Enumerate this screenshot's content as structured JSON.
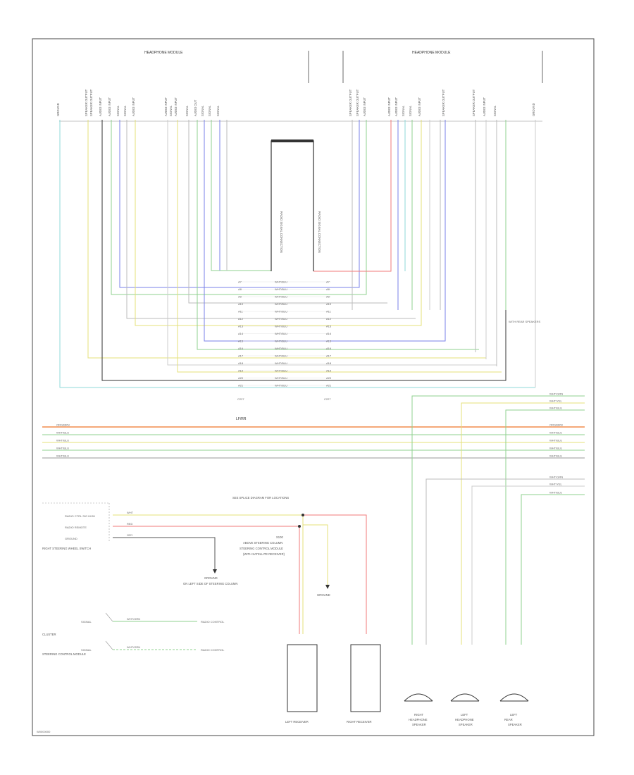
{
  "figure_code": "W0000000",
  "modules": {
    "left_title": "HEADPHONE MODULE",
    "right_title": "HEADPHONE MODULE",
    "left_pin_labels": [
      "GROUND",
      "SPEAKER OUTPUT",
      "SPEAKER OUTPUT",
      "AUDIO INPUT",
      "AUDIO INPUT",
      "SIGNAL",
      "SIGNAL",
      "AUDIO INPUT",
      "AUDIO INPUT",
      "SIGNAL",
      "AUDIO INPUT",
      "SIGNAL",
      "AUDIO OUT",
      "SIGNAL",
      "SIGNAL",
      "SIGNAL"
    ],
    "right_pin_labels": [
      "SPEAKER OUTPUT",
      "SPEAKER OUTPUT",
      "AUDIO INPUT",
      "AUDIO INPUT",
      "AUDIO INPUT",
      "SIGNAL",
      "SIGNAL",
      "AUDIO INPUT",
      "SPEAKER OUTPUT",
      "SPEAKER OUTPUT",
      "AUDIO INPUT",
      "SIGNAL",
      "GROUND"
    ]
  },
  "center_module": {
    "left_label": "RADIO SIGNAL CONNECTION",
    "right_label": "RADIO SIGNAL CONNECTION"
  },
  "harness": {
    "rows": [
      {
        "a": "A7",
        "mid": "WHT/BLU",
        "b": "A7"
      },
      {
        "a": "A8",
        "mid": "WHT/BLU",
        "b": "A8"
      },
      {
        "a": "A9",
        "mid": "WHT/BLU",
        "b": "A9"
      },
      {
        "a": "A10",
        "mid": "WHT/BLU",
        "b": "A10"
      },
      {
        "a": "A11",
        "mid": "WHT/BLU",
        "b": "A11"
      },
      {
        "a": "A12",
        "mid": "WHT/BLU",
        "b": "A12"
      },
      {
        "a": "A13",
        "mid": "WHT/BLU",
        "b": "A13"
      },
      {
        "a": "A14",
        "mid": "WHT/BLU",
        "b": "A14"
      },
      {
        "a": "A15",
        "mid": "WHT/BLU",
        "b": "A15"
      },
      {
        "a": "A16",
        "mid": "WHT/BLU",
        "b": "A16"
      },
      {
        "a": "A17",
        "mid": "WHT/BLU",
        "b": "A17"
      },
      {
        "a": "A18",
        "mid": "WHT/BLU",
        "b": "A18"
      },
      {
        "a": "A19",
        "mid": "WHT/BLU",
        "b": "A19"
      },
      {
        "a": "A20",
        "mid": "WHT/BLU",
        "b": "A20"
      },
      {
        "a": "A21",
        "mid": "WHT/BLU",
        "b": "A21"
      }
    ],
    "left_connector": "C227",
    "right_connector": "C227",
    "right_note": "WITH REAR SPEAKERS"
  },
  "bus": {
    "label": "LF/RR",
    "left_labels": [
      "ORG/BRN",
      "WHT/BLU",
      "WHT/BLU",
      "WHT/BLU",
      "WHT/BLU"
    ],
    "right_labels": [
      "ORG/BRN",
      "WHT/BLU",
      "WHT/BLU",
      "WHT/BLU",
      "WHT/BLU"
    ]
  },
  "right_feeds": {
    "top_labels": [
      "WHT/GRN",
      "WHT/YEL",
      "WHT/BLU"
    ],
    "lower_labels": [
      "WHT/GRN",
      "WHT/YEL",
      "WHT/BLU"
    ]
  },
  "lower_left": {
    "switch_title": "RIGHT STEERING WHEEL SWITCH",
    "switch_rows": [
      "RADIO CTRL SIG HIGH",
      "RADIO REMOTE",
      "GROUND"
    ],
    "switch_wires": [
      "WHT",
      "RED",
      "GRY"
    ],
    "ground_label": "GROUND",
    "ground_detail": "ON LEFT SIDE OF STEERING COLUMN",
    "module_title": "STEERING CONTROL MODULE",
    "module_detail": "(WITH SATELLITE RECEIVER)",
    "cluster_label": "CLUSTER",
    "lower_rows": [
      "SIGNAL",
      "SIGNAL"
    ],
    "lower_wires": [
      "WHT/GRN",
      "WHT/GRN"
    ],
    "lower_dest": [
      "RADIO CONTROL",
      "RADIO CONTROL"
    ]
  },
  "lower_mid": {
    "splice_note": "SEE SPLICE DIAGRAM FOR LOCATIONS",
    "splice_label": "S100",
    "splice_detail": "ABOVE STEERING COLUMN",
    "ground_label": "GROUND",
    "receiver_left": "LEFT RECEIVER",
    "receiver_right": "RIGHT RECEIVER"
  },
  "speakers": [
    {
      "name": "RIGHT",
      "type": "HEADPHONE",
      "sub": "SPEAKER"
    },
    {
      "name": "LEFT",
      "type": "HEADPHONE",
      "sub": "SPEAKER"
    },
    {
      "name": "LEFT",
      "type": "REAR",
      "sub": "SPEAKER"
    }
  ],
  "colors": {
    "orange": "#f5a878",
    "green": "#8fd18f",
    "yellow": "#e4e07a",
    "blue": "#7a82e8",
    "red": "#f07a7a",
    "cyan": "#8fdada",
    "black": "#333333",
    "grey": "#9a9a9a"
  }
}
